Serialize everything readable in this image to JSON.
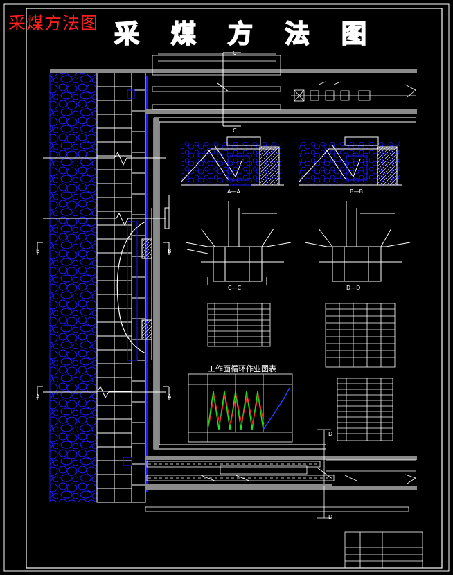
{
  "titles": {
    "red_title": "采煤方法图",
    "main_title": "采煤方法图"
  },
  "section_marks": {
    "c_top": "C",
    "c_bottom": "C",
    "a_left": "A",
    "a_right": "A",
    "b_left": "B",
    "b_right": "B",
    "d_top": "D",
    "d_bottom": "D"
  },
  "section_labels": {
    "aa": "A—A",
    "bb": "B—B",
    "cc": "C—C",
    "dd": "D—D"
  },
  "tables": {
    "cycle_chart_title": "工作面循环作业图表"
  },
  "colors": {
    "background": "#000000",
    "line": "#ffffff",
    "coal": "#1a1aff",
    "gray_band": "#8a8a8a",
    "title_red": "#ff1f1f",
    "cycle_red": "#ff2020",
    "cycle_green": "#20e020",
    "cycle_blue": "#2040ff"
  }
}
